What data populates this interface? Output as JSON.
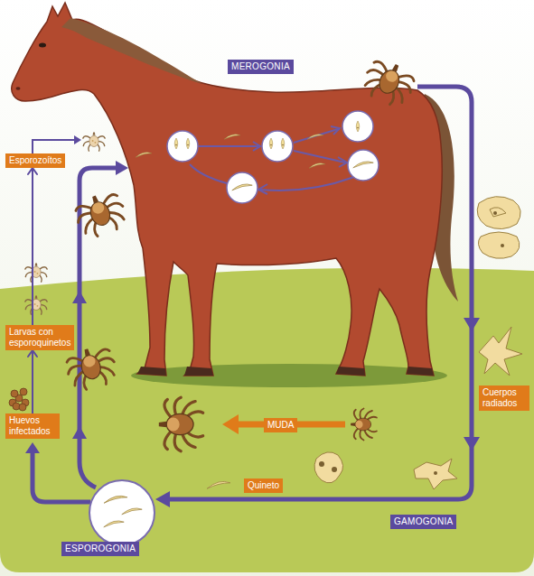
{
  "diagram": {
    "nodes": [
      {
        "text": [
          "MEROGONIA"
        ]
      },
      {
        "text": [
          "Esporozoítos"
        ]
      },
      {
        "text": [
          "Larvas con esporoquinetos"
        ]
      },
      {
        "text": [
          "Cuerpos radiados"
        ]
      },
      {
        "text": [
          "Huevos infectados"
        ]
      },
      {
        "text": [
          "MUDA"
        ]
      },
      {
        "text": [
          "Quineto"
        ]
      },
      {
        "text": [
          "GAMOGONIA"
        ]
      },
      {
        "text": [
          "ESPOROGONIA"
        ]
      }
    ],
    "edges": [
      {
        "from": 4,
        "to": 2,
        "arrow": "to"
      },
      {
        "from": 2,
        "to": 1,
        "arrow": "to"
      }
    ]
  }
}
